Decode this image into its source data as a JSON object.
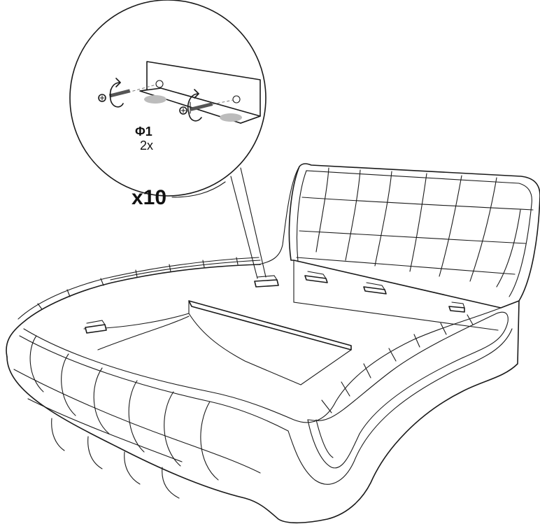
{
  "callout": {
    "qty_label": "x10",
    "part_label": "Φ1",
    "part_qty": "2x"
  },
  "colors": {
    "line": "#1a1a1a",
    "pad": "#bcbcbc"
  }
}
